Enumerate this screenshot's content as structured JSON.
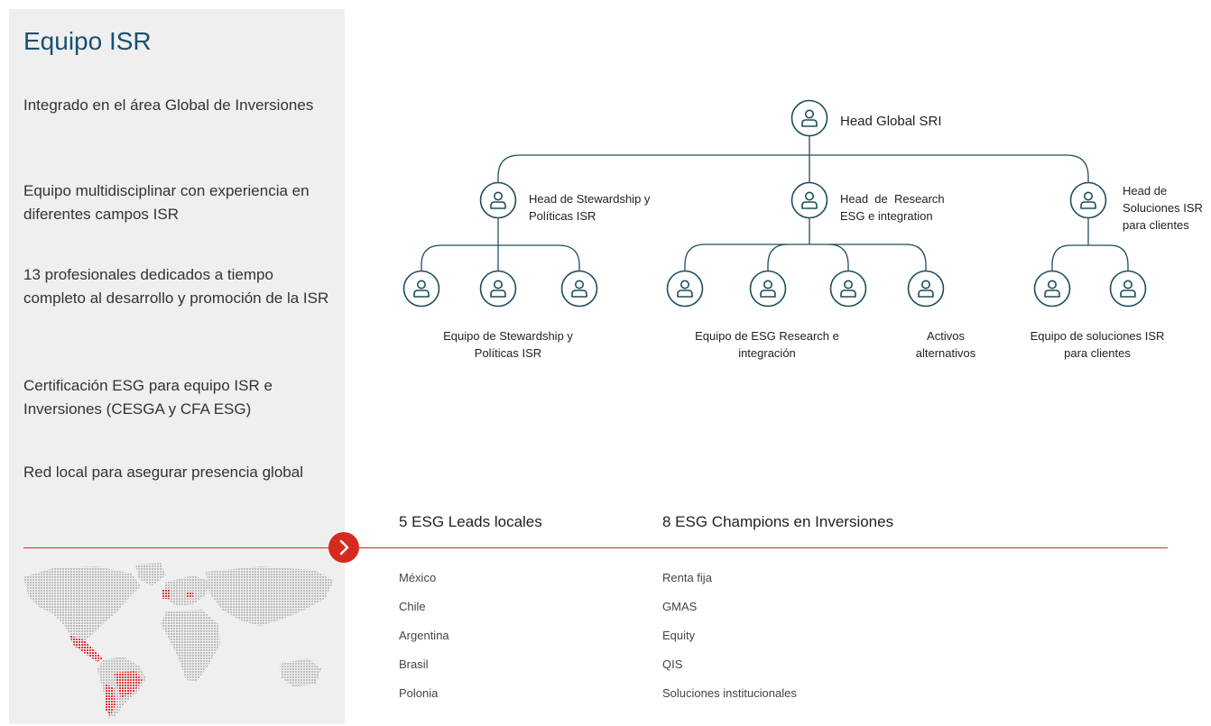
{
  "sidebar": {
    "title": "Equipo ISR",
    "bullets": [
      "Integrado en el área Global de Inversiones",
      "Equipo multidisciplinar con experiencia en diferentes campos ISR",
      "13 profesionales dedicados a tiempo completo al desarrollo y promoción de la ISR",
      "Certificación ESG para equipo ISR e Inversiones (CESGA y CFA ESG)",
      "Red local para asegurar presencia global"
    ]
  },
  "org": {
    "root": "Head Global SRI",
    "heads": {
      "stewardship": "Head de Stewardship y Políticas ISR",
      "research": "Head  de  Research ESG e integration",
      "solutions": "Head de Soluciones ISR para clientes"
    },
    "teams": {
      "stewardship": "Equipo de Stewardship y Políticas ISR",
      "research": "Equipo de ESG Research e integración",
      "alternatives": "Activos alternativos",
      "solutions": "Equipo de soluciones ISR para clientes"
    }
  },
  "leads": {
    "title": "5 ESG Leads locales",
    "items": [
      "México",
      "Chile",
      "Argentina",
      "Brasil",
      "Polonia"
    ]
  },
  "champions": {
    "title": "8 ESG Champions en Inversiones",
    "items": [
      "Renta fija",
      "GMAS",
      "Equity",
      "QIS",
      "Soluciones institucionales"
    ]
  },
  "colors": {
    "accent": "#d52b1e",
    "title": "#1b4f72",
    "line": "#1e4d5c",
    "panel": "#efefef"
  },
  "icons": {
    "person": "person-icon",
    "chevron": "chevron-right-icon",
    "map": "world-map"
  }
}
